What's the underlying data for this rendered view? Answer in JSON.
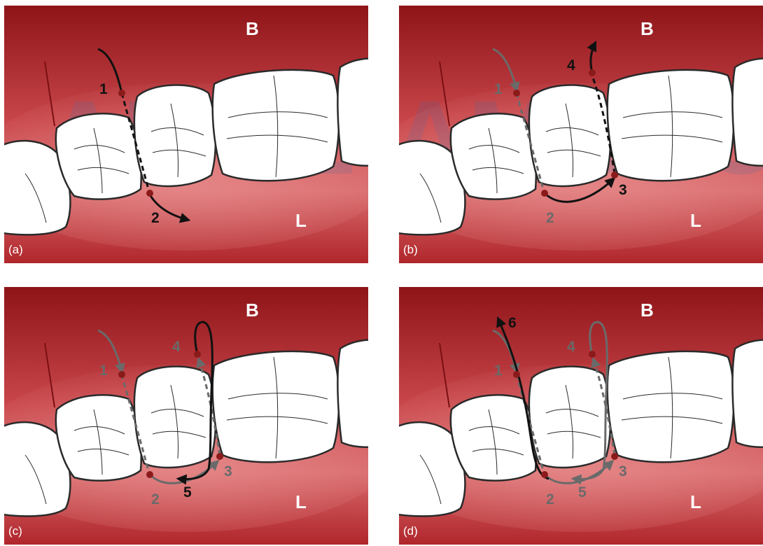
{
  "labels": {
    "buccal": "B",
    "lingual": "L"
  },
  "watermark": "AMOLCA",
  "colors": {
    "gum_dark": "#8e1418",
    "gum_mid": "#c8464a",
    "gum_light": "#e98a8a",
    "tooth_fill": "#ffffff",
    "tooth_outline": "#2a2a2a",
    "active_path": "#111111",
    "previous_path": "#6a6a6a",
    "point_marker": "#8b1a1a"
  },
  "panels": [
    {
      "tag": "(a)",
      "numbers": [
        "1",
        "2"
      ]
    },
    {
      "tag": "(b)",
      "numbers": [
        "1",
        "2",
        "3",
        "4"
      ]
    },
    {
      "tag": "(c)",
      "numbers": [
        "1",
        "2",
        "3",
        "4",
        "5"
      ]
    },
    {
      "tag": "(d)",
      "numbers": [
        "1",
        "2",
        "3",
        "4",
        "5",
        "6"
      ]
    }
  ]
}
